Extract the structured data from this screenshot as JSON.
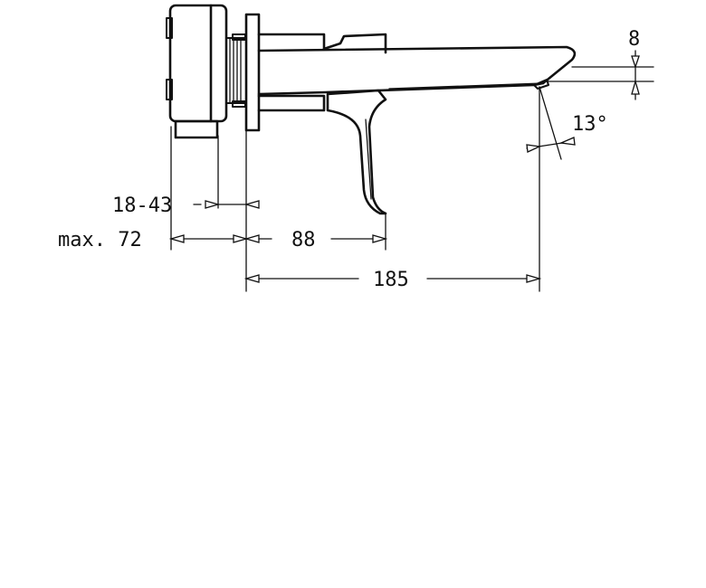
{
  "dimensions": {
    "wall_thickness": "18-43",
    "max_depth": "max. 72",
    "body_depth": "88",
    "spout_projection": "185",
    "outlet_height": "8",
    "spout_angle": "13°"
  }
}
